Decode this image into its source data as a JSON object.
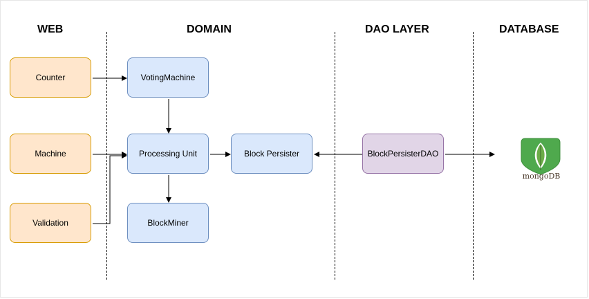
{
  "lanes": {
    "web": "WEB",
    "domain": "DOMAIN",
    "dao": "DAO LAYER",
    "database": "DATABASE"
  },
  "nodes": {
    "counter": "Counter",
    "machine": "Machine",
    "validation": "Validation",
    "voting_machine": "VotingMachine",
    "processing_unit": "Processing Unit",
    "block_miner": "BlockMiner",
    "block_persister": "Block Persister",
    "block_persister_dao": "BlockPersisterDAO"
  },
  "database": {
    "logo_text": "mongoDB",
    "icon": "mongodb-leaf-icon"
  },
  "colors": {
    "web_fill": "#ffe6cc",
    "web_stroke": "#d79b00",
    "domain_fill": "#dae8fc",
    "domain_stroke": "#6c8ebf",
    "dao_fill": "#e1d5e7",
    "dao_stroke": "#9673a6",
    "mongo_green": "#4fa94d"
  }
}
